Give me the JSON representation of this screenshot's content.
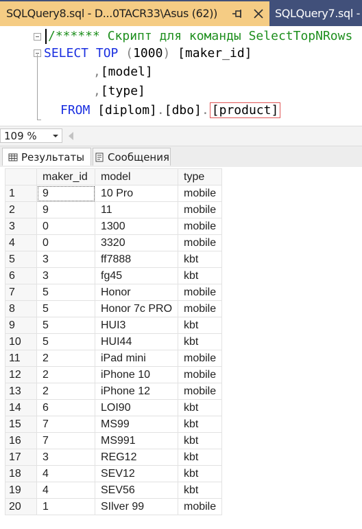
{
  "tabs": {
    "active_title": "SQLQuery8.sql - D...0TACR33\\Asus (62))",
    "inactive_title": "SQLQuery7.sql -"
  },
  "editor": {
    "comment": "/****** Скрипт для команды SelectTopNRows",
    "select": "SELECT",
    "top": "TOP",
    "top_open": "(",
    "top_n": "1000",
    "top_close": ")",
    "col1": "[maker_id]",
    "comma": ",",
    "col2": "[model]",
    "col3": "[type]",
    "from": "FROM",
    "db": "[diplom]",
    "dot": ".",
    "schema": "[dbo]",
    "table": "[product]"
  },
  "status": {
    "zoom": "109 %"
  },
  "result_tabs": {
    "results": "Результаты",
    "messages": "Сообщения"
  },
  "grid": {
    "columns": [
      "maker_id",
      "model",
      "type"
    ],
    "rows": [
      {
        "n": "1",
        "maker_id": "9",
        "model": "10 Pro",
        "type": "mobile"
      },
      {
        "n": "2",
        "maker_id": "9",
        "model": "11",
        "type": "mobile"
      },
      {
        "n": "3",
        "maker_id": "0",
        "model": "1300",
        "type": "mobile"
      },
      {
        "n": "4",
        "maker_id": "0",
        "model": "3320",
        "type": "mobile"
      },
      {
        "n": "5",
        "maker_id": "3",
        "model": "ff7888",
        "type": "kbt"
      },
      {
        "n": "6",
        "maker_id": "3",
        "model": "fg45",
        "type": "kbt"
      },
      {
        "n": "7",
        "maker_id": "5",
        "model": "Honor",
        "type": "mobile"
      },
      {
        "n": "8",
        "maker_id": "5",
        "model": "Honor 7c PRO",
        "type": "mobile"
      },
      {
        "n": "9",
        "maker_id": "5",
        "model": "HUI3",
        "type": "kbt"
      },
      {
        "n": "10",
        "maker_id": "5",
        "model": "HUI44",
        "type": "kbt"
      },
      {
        "n": "11",
        "maker_id": "2",
        "model": "iPad mini",
        "type": "mobile"
      },
      {
        "n": "12",
        "maker_id": "2",
        "model": "iPhone 10",
        "type": "mobile"
      },
      {
        "n": "13",
        "maker_id": "2",
        "model": "iPhone 12",
        "type": "mobile"
      },
      {
        "n": "14",
        "maker_id": "6",
        "model": "LOI90",
        "type": "kbt"
      },
      {
        "n": "15",
        "maker_id": "7",
        "model": "MS99",
        "type": "kbt"
      },
      {
        "n": "16",
        "maker_id": "7",
        "model": "MS991",
        "type": "kbt"
      },
      {
        "n": "17",
        "maker_id": "3",
        "model": "REG12",
        "type": "kbt"
      },
      {
        "n": "18",
        "maker_id": "4",
        "model": "SEV12",
        "type": "kbt"
      },
      {
        "n": "19",
        "maker_id": "4",
        "model": "SEV56",
        "type": "kbt"
      },
      {
        "n": "20",
        "maker_id": "1",
        "model": "SIlver 99",
        "type": "mobile"
      }
    ]
  },
  "colors": {
    "tab_active": "#f5cc84",
    "tab_strip": "#41507a",
    "keyword": "#1a2fe0",
    "comment": "#1e8f1e",
    "highlight_border": "#e05555"
  },
  "icons": {
    "pin": "pin-icon",
    "close": "close-icon",
    "results": "grid-icon",
    "messages": "messages-icon"
  }
}
